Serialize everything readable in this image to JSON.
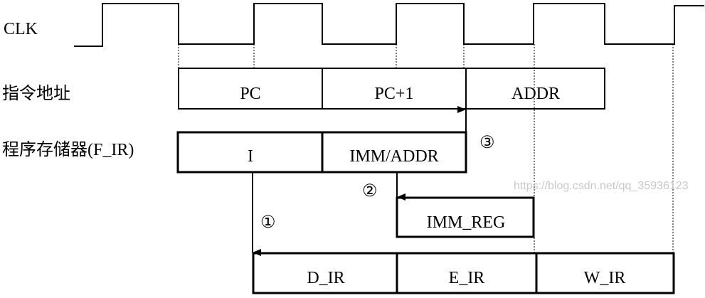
{
  "rows": {
    "clk": "CLK",
    "instr_addr": "指令地址",
    "prog_mem": "程序存储器(F_IR)"
  },
  "addr_cells": [
    "PC",
    "PC+1",
    "ADDR"
  ],
  "fir_cells": [
    "I",
    "IMM/ADDR"
  ],
  "imm_reg": "IMM_REG",
  "pipe_cells": [
    "D_IR",
    "E_IR",
    "W_IR"
  ],
  "arrows": {
    "one": "①",
    "two": "②",
    "three": "③"
  },
  "watermark": "https://blog.csdn.net/qq_35936123"
}
